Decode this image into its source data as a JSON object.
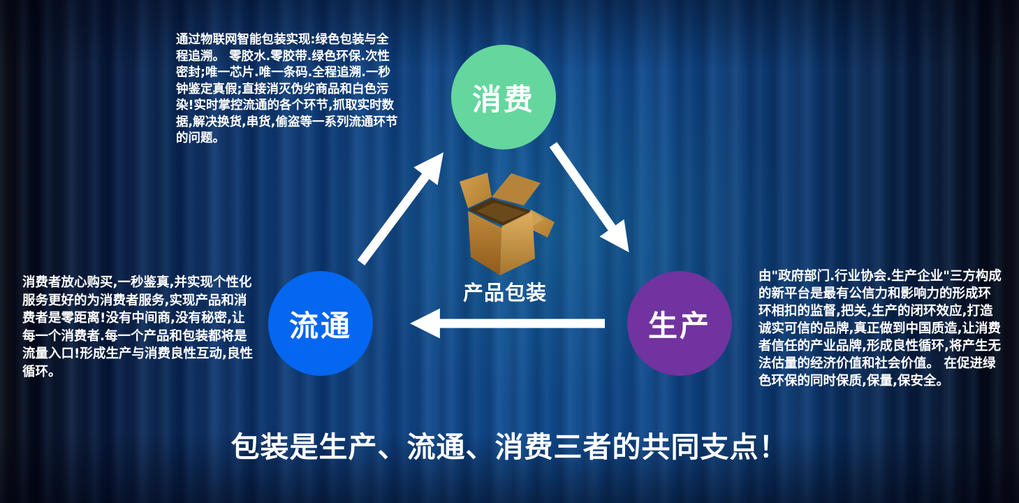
{
  "diagram": {
    "bottom_title": "包装是生产、流通、消费三者的共同支点！",
    "nodes": [
      {
        "id": "consumption",
        "label": "消费",
        "color": "#64d69e"
      },
      {
        "id": "circulation",
        "label": "流通",
        "color": "#0566f0"
      },
      {
        "id": "production",
        "label": "生产",
        "color": "#70339f"
      }
    ],
    "center": {
      "label": "产品包装",
      "icon": "open-cardboard-box-icon"
    },
    "arrows": [
      {
        "from": "circulation",
        "to": "consumption"
      },
      {
        "from": "consumption",
        "to": "production"
      },
      {
        "from": "production",
        "to": "circulation"
      }
    ],
    "text_blocks": {
      "top_left": "通过物联网智能包装实现:绿色包装与全程追溯。 零胶水.零胶带.绿色环保.次性密封;唯一芯片.唯一条码.全程追溯.一秒钟鉴定真假;直接消灭伪劣商品和白色污染!实时掌控流通的各个环节,抓取实时数据,解决换货,串货,偷盗等一系列流通环节的问题。",
      "left": "消费者放心购买,一秒鉴真,并实现个性化服务更好的为消费者服务,实现产品和消费者是零距离!没有中间商,没有秘密,让每一个消费者.每一个产品和包装都将是流量入口!形成生产与消费良性互动,良性循环。",
      "right": "由\"政府部门.行业协会.生产企业\"三方构成的新平台是最有公信力和影响力的形成环环相扣的监督,把关,生产的闭环效应,打造诚实可信的品牌,真正做到中国质造,让消费者信任的产业品牌,形成良性循环,将产生无法估量的经济价值和社会价值。 在促进绿色环保的同时保质,保量,保安全。"
    },
    "colors": {
      "background_base": "#0d4a8e",
      "background_edge": "#010208",
      "arrow": "#ffffff",
      "text": "#ffffff",
      "box_light": "#d9a855",
      "box_dark": "#8f5c1d"
    }
  }
}
